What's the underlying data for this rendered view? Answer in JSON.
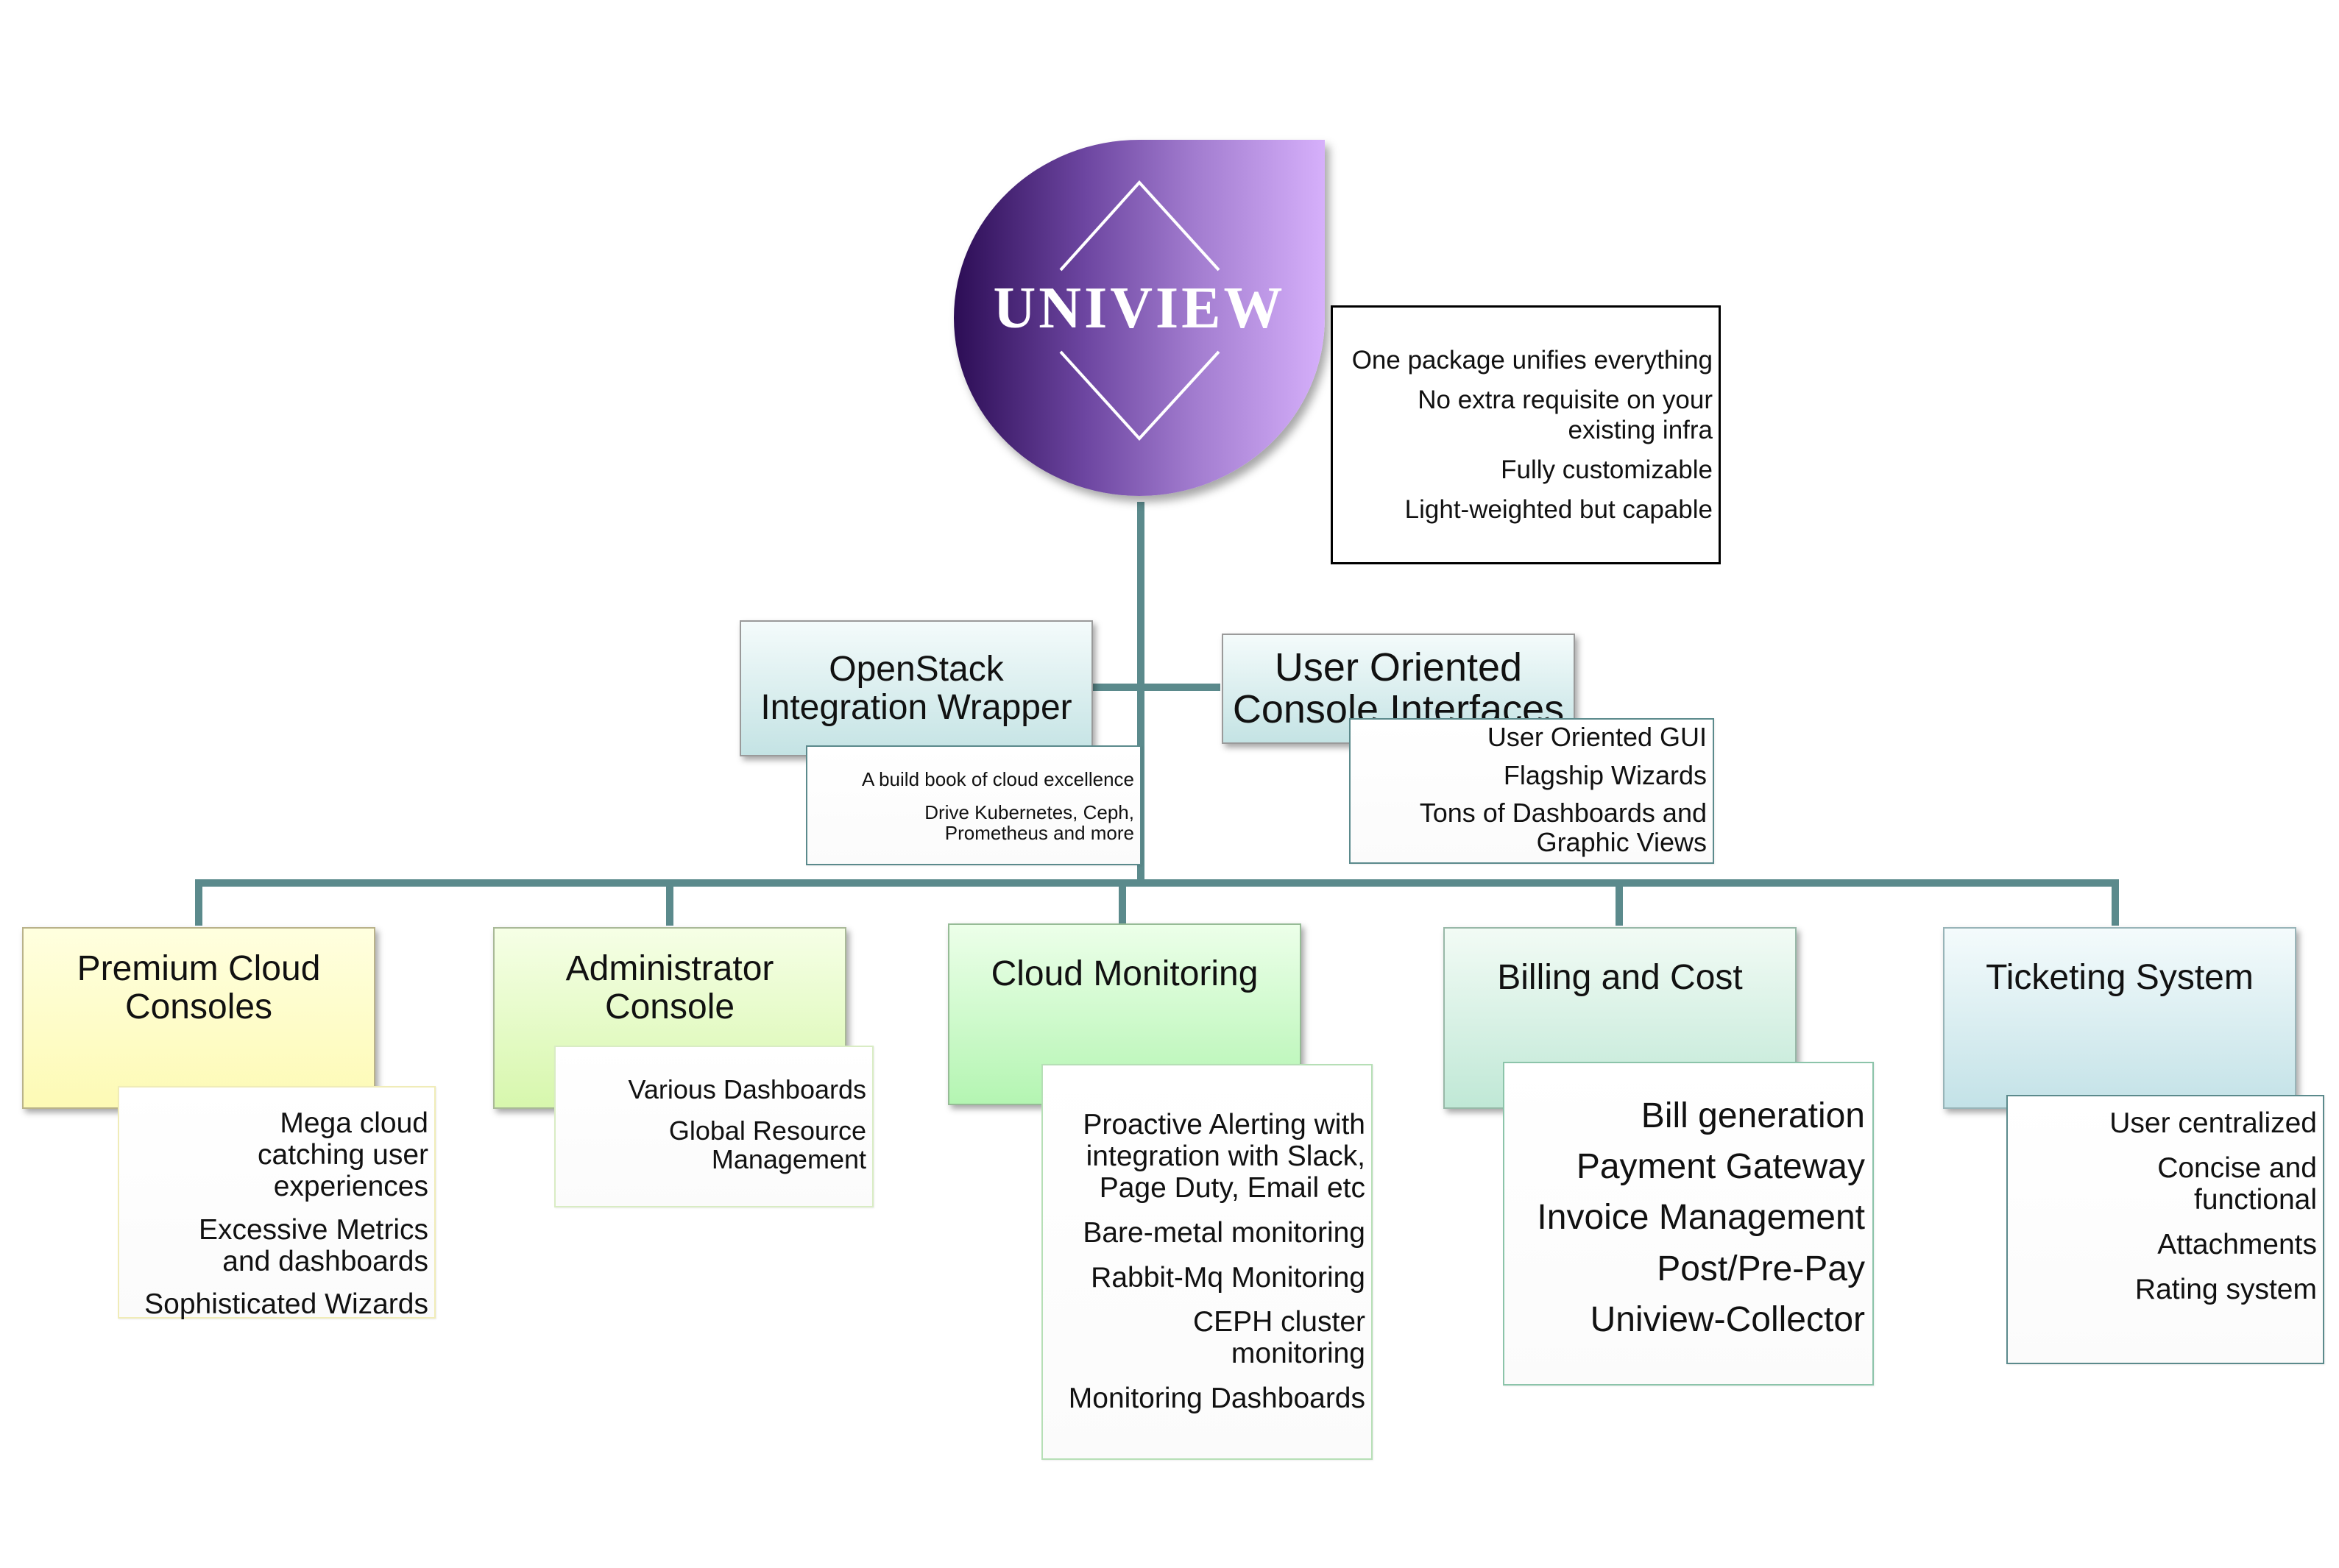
{
  "logo": {
    "text": "UNIVIEW"
  },
  "summary": {
    "items": [
      "One package unifies everything",
      "No extra requisite on your existing infra",
      "Fully customizable",
      "Light-weighted but capable"
    ]
  },
  "openstack": {
    "title_lines": [
      "OpenStack",
      "Integration Wrapper"
    ],
    "details": [
      "A build book of cloud excellence",
      "Drive Kubernetes, Ceph, Prometheus and more"
    ]
  },
  "user_oriented": {
    "title_lines": [
      "User Oriented",
      "Console Interfaces"
    ],
    "details": [
      "User Oriented GUI",
      "Flagship Wizards",
      "Tons of Dashboards and Graphic Views"
    ]
  },
  "branches": [
    {
      "title_lines": [
        "Premium Cloud",
        "Consoles"
      ],
      "details": [
        "Mega cloud catching user experiences",
        "Excessive Metrics and dashboards",
        "Sophisticated Wizards"
      ]
    },
    {
      "title_lines": [
        "Administrator",
        "Console"
      ],
      "details": [
        "Various Dashboards",
        "Global Resource Management"
      ]
    },
    {
      "title_lines": [
        "Cloud Monitoring"
      ],
      "details": [
        "Proactive Alerting with integration with Slack, Page Duty, Email etc",
        "Bare-metal monitoring",
        "Rabbit-Mq Monitoring",
        "CEPH cluster monitoring",
        "Monitoring Dashboards"
      ]
    },
    {
      "title_lines": [
        "Billing and Cost"
      ],
      "details": [
        "Bill generation",
        "Payment Gateway",
        "Invoice Management",
        "Post/Pre-Pay",
        "Uniview-Collector"
      ]
    },
    {
      "title_lines": [
        "Ticketing System"
      ],
      "details": [
        "User centralized",
        "Concise and functional",
        "Attachments",
        "Rating system"
      ]
    }
  ],
  "colors": {
    "connector": "#5b8a8c",
    "logo_dark": "#2c0d55",
    "logo_light": "#d6b0fb"
  }
}
